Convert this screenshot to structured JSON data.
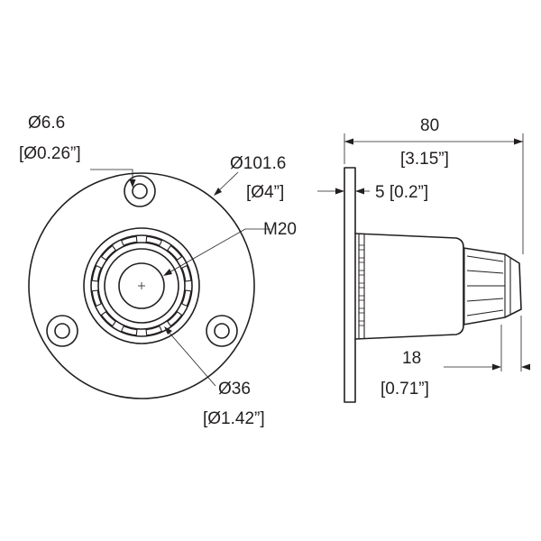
{
  "labels": {
    "hole_dia_mm": "Ø6.6",
    "hole_dia_in": "[Ø0.26”]",
    "outer_dia_mm": "Ø101.6",
    "outer_dia_in": "[Ø4”]",
    "thread": "M20",
    "collar_dia_mm": "Ø36",
    "collar_dia_in": "[Ø1.42”]",
    "length_mm": "80",
    "length_in": "[3.15”]",
    "flange_thickness": "5 [0.2”]",
    "nose_mm": "18",
    "nose_in": "[0.71”]"
  },
  "colors": {
    "line": "#231f20",
    "background": "#ffffff"
  }
}
